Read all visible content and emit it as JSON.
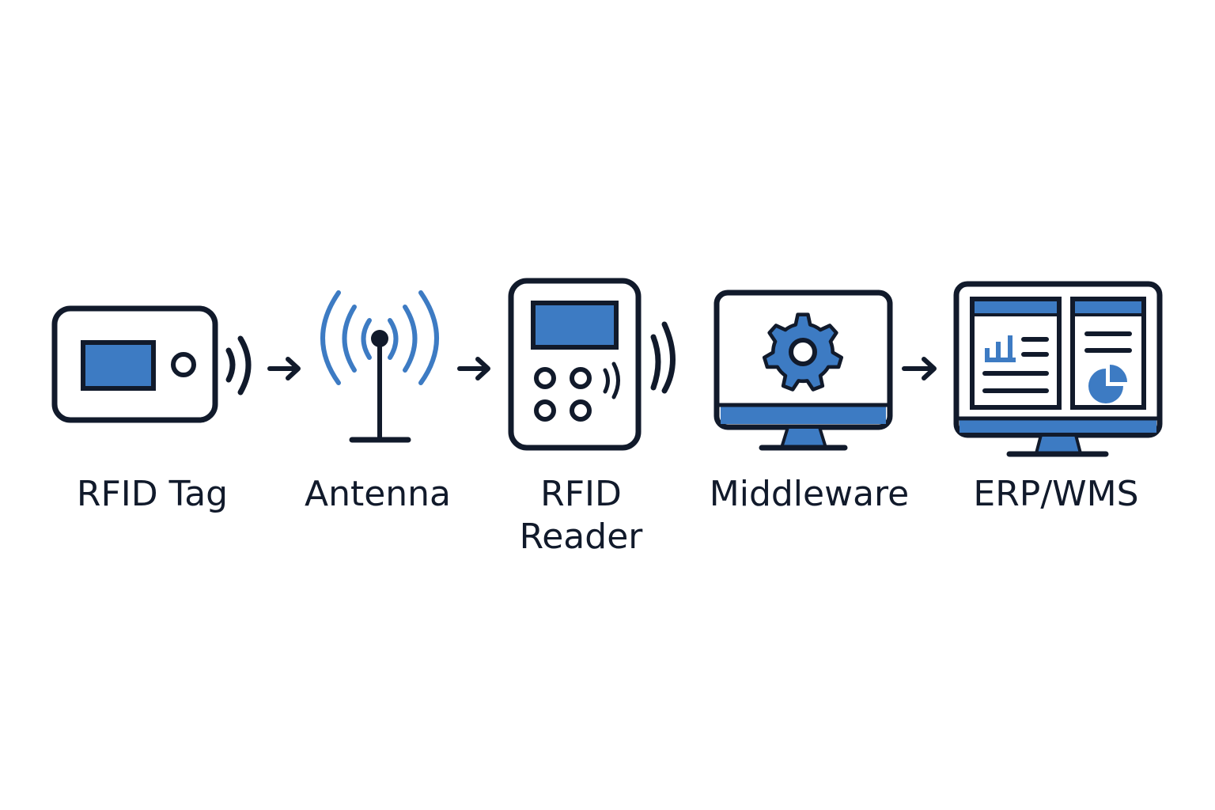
{
  "colors": {
    "ink": "#111a2b",
    "accent": "#3d7bc3",
    "background": "#ffffff"
  },
  "steps": [
    {
      "label": "RFID Tag",
      "icon": "rfid-tag-icon"
    },
    {
      "label": "Antenna",
      "icon": "antenna-icon"
    },
    {
      "label_lines": [
        "RFID",
        "Reader"
      ],
      "icon": "rfid-reader-icon"
    },
    {
      "label": "Middleware",
      "icon": "monitor-gear-icon"
    },
    {
      "label": "ERP/WMS",
      "icon": "monitor-dashboard-icon"
    }
  ],
  "arrows": [
    "arrow-right-icon",
    "arrow-right-icon",
    "arrow-right-icon"
  ]
}
